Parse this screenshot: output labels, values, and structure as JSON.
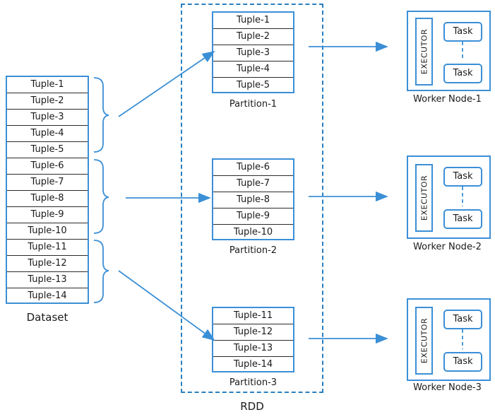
{
  "dataset": {
    "label": "Dataset",
    "tuples": [
      "Tuple-1",
      "Tuple-2",
      "Tuple-3",
      "Tuple-4",
      "Tuple-5",
      "Tuple-6",
      "Tuple-7",
      "Tuple-8",
      "Tuple-9",
      "Tuple-10",
      "Tuple-11",
      "Tuple-12",
      "Tuple-13",
      "Tuple-14"
    ]
  },
  "rdd": {
    "label": "RDD",
    "partitions": [
      {
        "label": "Partition-1",
        "tuples": [
          "Tuple-1",
          "Tuple-2",
          "Tuple-3",
          "Tuple-4",
          "Tuple-5"
        ]
      },
      {
        "label": "Partition-2",
        "tuples": [
          "Tuple-6",
          "Tuple-7",
          "Tuple-8",
          "Tuple-9",
          "Tuple-10"
        ]
      },
      {
        "label": "Partition-3",
        "tuples": [
          "Tuple-11",
          "Tuple-12",
          "Tuple-13",
          "Tuple-14"
        ]
      }
    ]
  },
  "workers": [
    {
      "label": "Worker Node-1",
      "executor": "EXECUTOR",
      "tasks": [
        "Task",
        "Task"
      ]
    },
    {
      "label": "Worker Node-2",
      "executor": "EXECUTOR",
      "tasks": [
        "Task",
        "Task"
      ]
    },
    {
      "label": "Worker Node-3",
      "executor": "EXECUTOR",
      "tasks": [
        "Task",
        "Task"
      ]
    }
  ],
  "colors": {
    "accent": "#3b8fd6",
    "row_border": "#2a2a2a"
  }
}
